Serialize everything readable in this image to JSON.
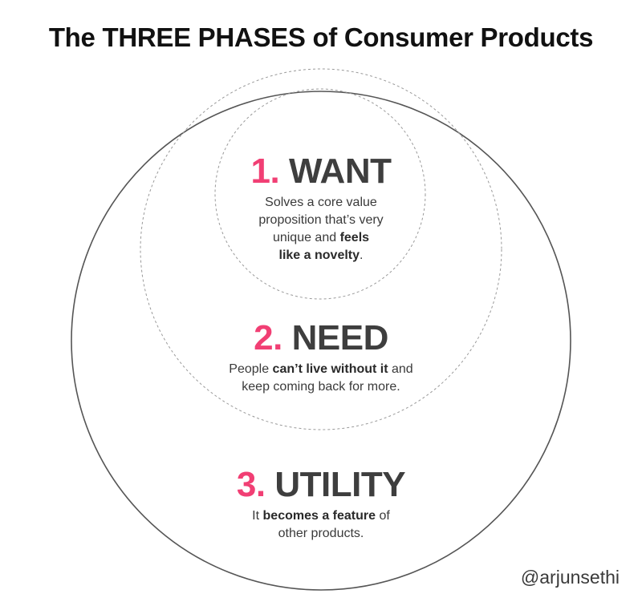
{
  "title": "The THREE PHASES of Consumer Products",
  "phases": [
    {
      "number": "1.",
      "name": "WANT",
      "desc": [
        {
          "t": "Solves a core value",
          "b": false
        },
        {
          "t": "\n",
          "b": false
        },
        {
          "t": "proposition that’s very",
          "b": false
        },
        {
          "t": "\n",
          "b": false
        },
        {
          "t": "unique and ",
          "b": false
        },
        {
          "t": "feels",
          "b": true
        },
        {
          "t": "\n",
          "b": false
        },
        {
          "t": "like a novelty",
          "b": true
        },
        {
          "t": ".",
          "b": false
        }
      ]
    },
    {
      "number": "2.",
      "name": "NEED",
      "desc": [
        {
          "t": "People ",
          "b": false
        },
        {
          "t": "can’t live without it",
          "b": true
        },
        {
          "t": " and",
          "b": false
        },
        {
          "t": "\n",
          "b": false
        },
        {
          "t": "keep coming back for more.",
          "b": false
        }
      ]
    },
    {
      "number": "3.",
      "name": "UTILITY",
      "desc": [
        {
          "t": "It ",
          "b": false
        },
        {
          "t": "becomes a feature",
          "b": true
        },
        {
          "t": " of",
          "b": false
        },
        {
          "t": "\n",
          "b": false
        },
        {
          "t": "other products.",
          "b": false
        }
      ]
    }
  ],
  "handle": "@arjunsethi",
  "colors": {
    "accent": "#f13f74",
    "heading": "#3e3e3e",
    "outline": "#555555",
    "dashed": "#9a9a9a"
  }
}
